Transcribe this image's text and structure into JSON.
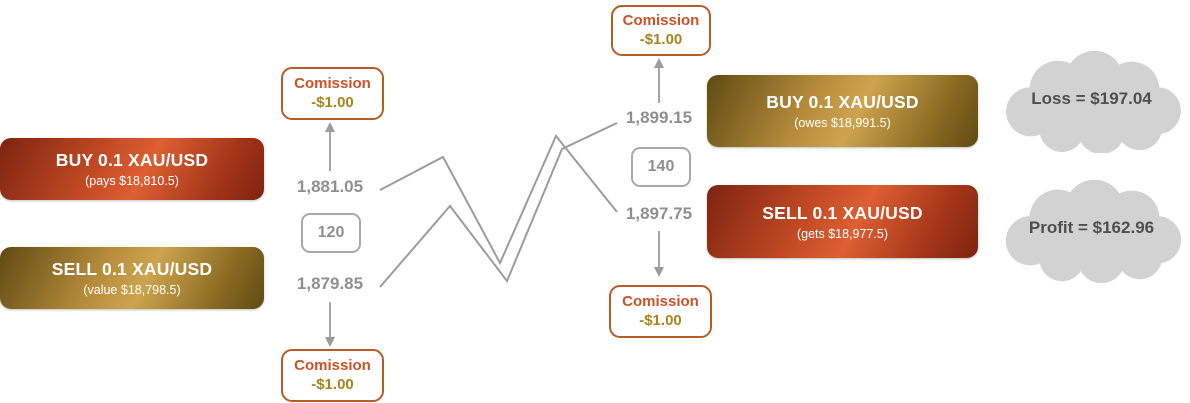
{
  "open": {
    "buy": {
      "title": "BUY 0.1 XAU/USD",
      "subtitle": "(pays $18,810.5)"
    },
    "sell": {
      "title": "SELL 0.1 XAU/USD",
      "subtitle": "(value $18,798.5)"
    },
    "commission_top": {
      "label": "Comission",
      "amount": "-$1.00"
    },
    "commission_bottom": {
      "label": "Comission",
      "amount": "-$1.00"
    },
    "ask_price": "1,881.05",
    "spread_points": "120",
    "bid_price": "1,879.85"
  },
  "close": {
    "commission_top": {
      "label": "Comission",
      "amount": "-$1.00"
    },
    "commission_bottom": {
      "label": "Comission",
      "amount": "-$1.00"
    },
    "ask_price": "1,899.15",
    "spread_points": "140",
    "bid_price": "1,897.75",
    "buy": {
      "title": "BUY 0.1 XAU/USD",
      "subtitle": "(owes $18,991.5)"
    },
    "sell": {
      "title": "SELL 0.1 XAU/USD",
      "subtitle": "(gets $18,977.5)"
    }
  },
  "outcomes": {
    "loss": "Loss = $197.04",
    "profit": "Profit = $162.96"
  },
  "colors": {
    "commission_label": "#cc5226",
    "commission_amount": "#a8831d",
    "price_text": "#8f8f8f",
    "path_line": "#9c9c9c",
    "cloud_fill": "#d2d2d2",
    "buy_red": "#c34b24",
    "sell_gold": "#b68c3c"
  }
}
